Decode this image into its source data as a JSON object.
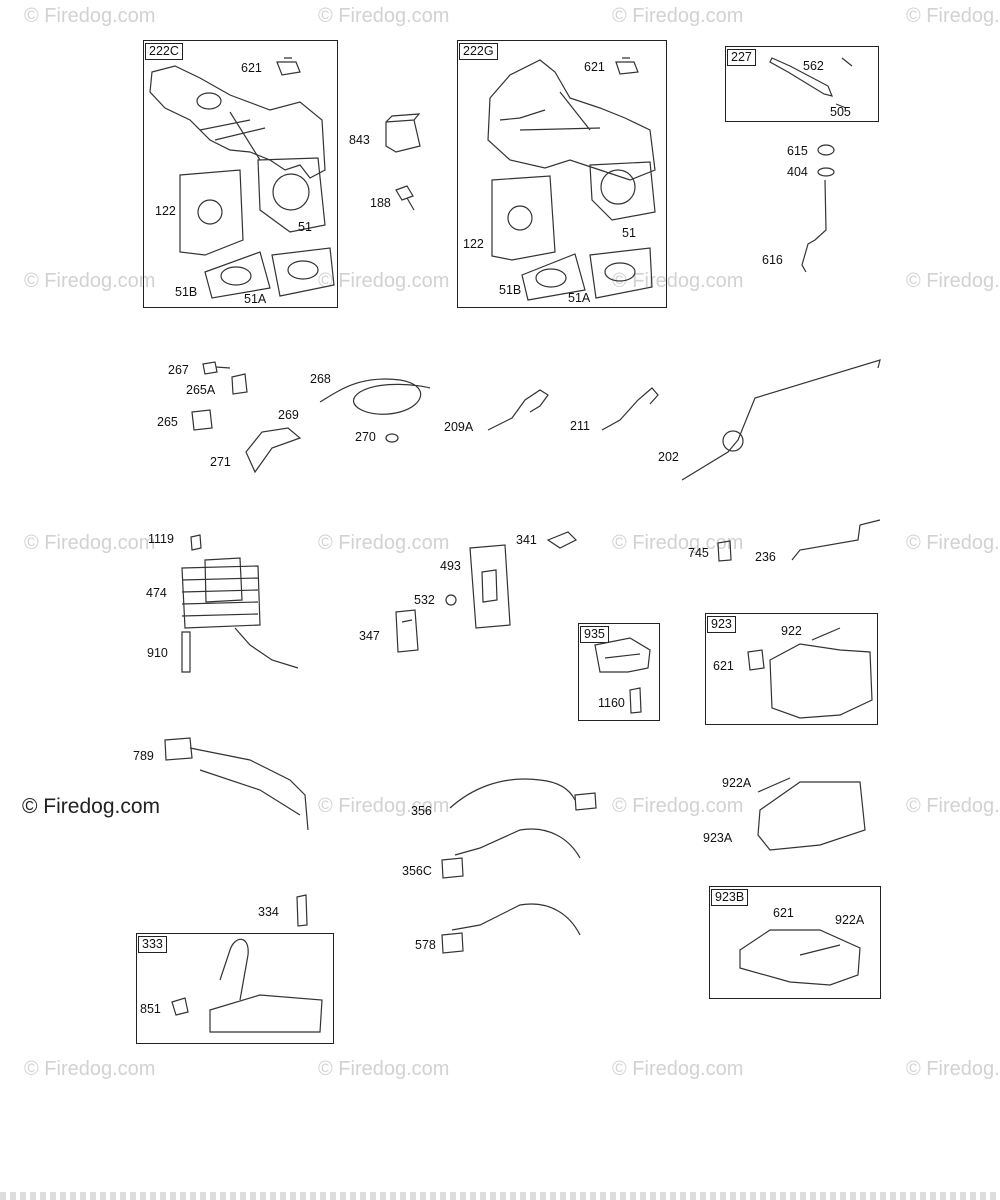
{
  "watermark": "© Firedog.com",
  "watermark_dark": "© Firedog.com",
  "groups": {
    "g222C": "222C",
    "g222G": "222G",
    "g227": "227",
    "g935": "935",
    "g923": "923",
    "g333": "333",
    "g923B": "923B"
  },
  "parts": {
    "p621a": "621",
    "p122a": "122",
    "p51a": "51",
    "p51Ba": "51B",
    "p51Aa": "51A",
    "p843": "843",
    "p188": "188",
    "p621b": "621",
    "p122b": "122",
    "p51b": "51",
    "p51Bb": "51B",
    "p51Ab": "51A",
    "p562": "562",
    "p505": "505",
    "p615": "615",
    "p404": "404",
    "p616": "616",
    "p267": "267",
    "p265A": "265A",
    "p265": "265",
    "p268": "268",
    "p269": "269",
    "p270": "270",
    "p271": "271",
    "p209A": "209A",
    "p211": "211",
    "p202": "202",
    "p1119": "1119",
    "p474": "474",
    "p910": "910",
    "p493": "493",
    "p532": "532",
    "p347": "347",
    "p341": "341",
    "p745": "745",
    "p236": "236",
    "p1160": "1160",
    "p922": "922",
    "p621c": "621",
    "p789": "789",
    "p356": "356",
    "p356C": "356C",
    "p578": "578",
    "p922Aa": "922A",
    "p923A": "923A",
    "p334": "334",
    "p851": "851",
    "p621d": "621",
    "p922Ab": "922A"
  }
}
